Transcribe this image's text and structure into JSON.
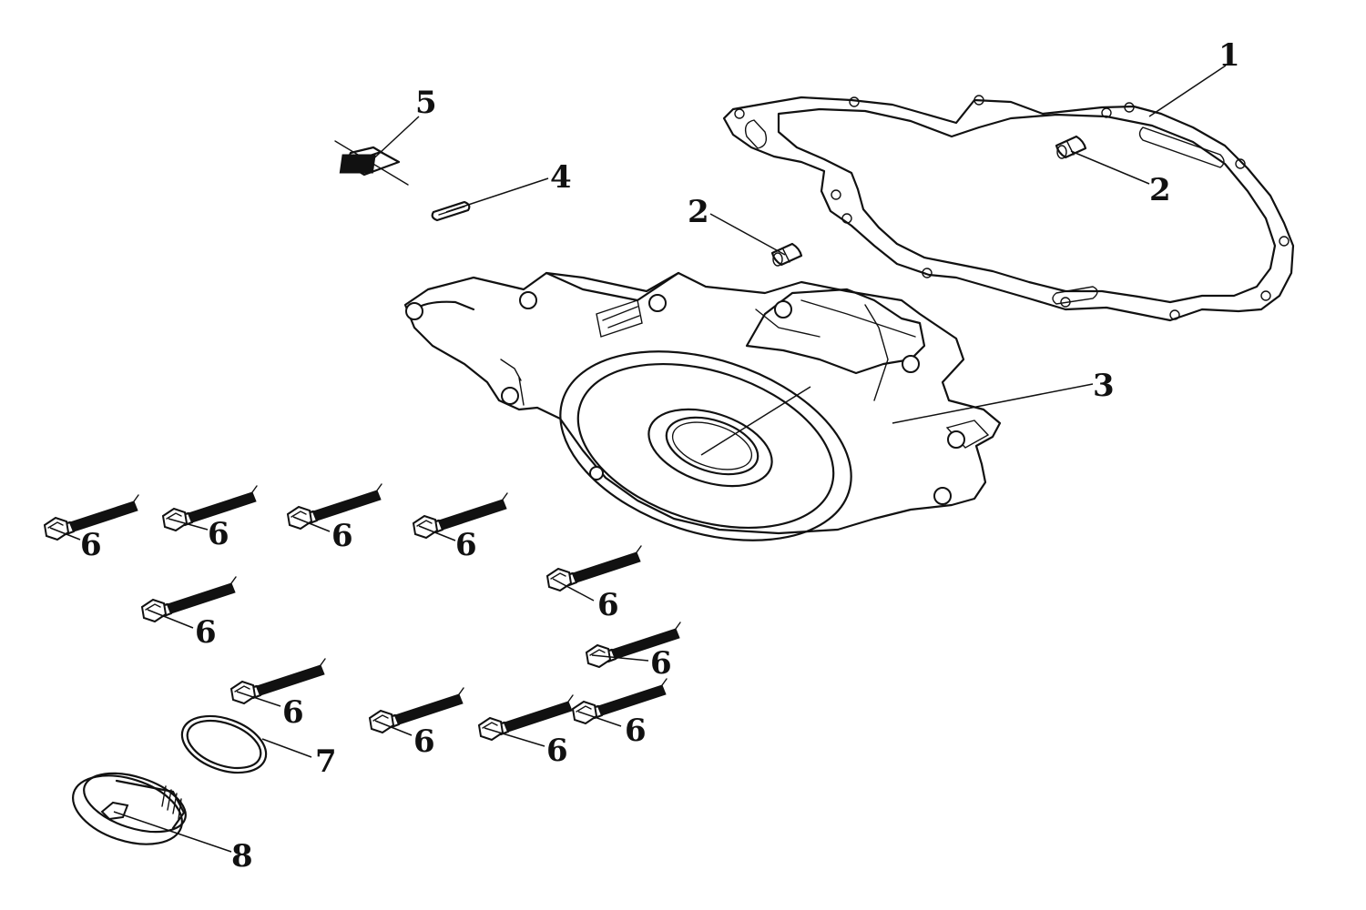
{
  "diagram": {
    "callouts": {
      "gasket": "1",
      "dowel_pin_upper": "2",
      "dowel_pin_lower": "2",
      "cover": "3",
      "woodruff_key": "4",
      "clip": "5",
      "bolt": "6",
      "o_ring": "7",
      "plug": "8"
    }
  }
}
